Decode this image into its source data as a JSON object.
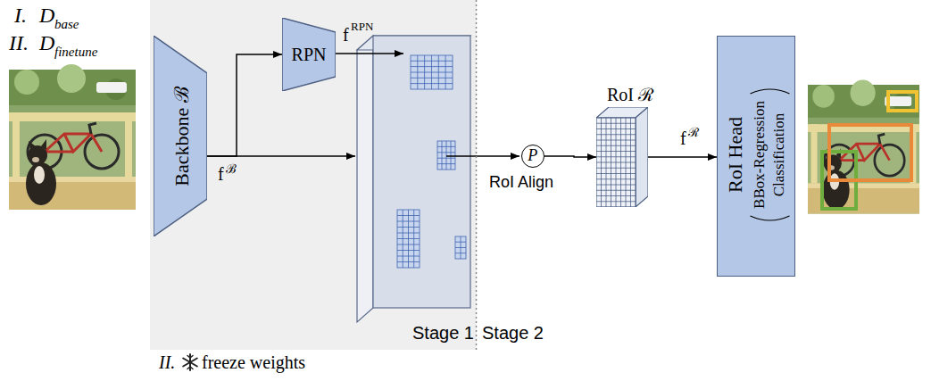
{
  "diagram": {
    "nodes": [
      {
        "text": [
          "Stage 1"
        ]
      },
      {
        "text": [
          "Backbone ℬ"
        ],
        "in": 0
      },
      {
        "text": [
          "RPN"
        ],
        "in": 0
      },
      {
        "text": [
          "P"
        ]
      },
      {
        "text": [
          "RoI ℛ"
        ]
      },
      {
        "text": [
          "RoI Head",
          "BBox-Regression",
          "Classification"
        ]
      }
    ],
    "edges": [
      {
        "from": 1,
        "to": 2,
        "arrow": "to"
      },
      {
        "from": 3,
        "to": 4,
        "arrow": "to"
      },
      {
        "from": 4,
        "to": 5,
        "arrow": "to"
      }
    ],
    "labels": [
      "I.",
      "D",
      "base",
      "II.",
      "D",
      "finetune",
      "f",
      "ℬ",
      "f",
      "RPN",
      "f",
      "ℛ",
      "RoI Align",
      "Stage 2",
      "II.",
      "freeze weights"
    ]
  }
}
